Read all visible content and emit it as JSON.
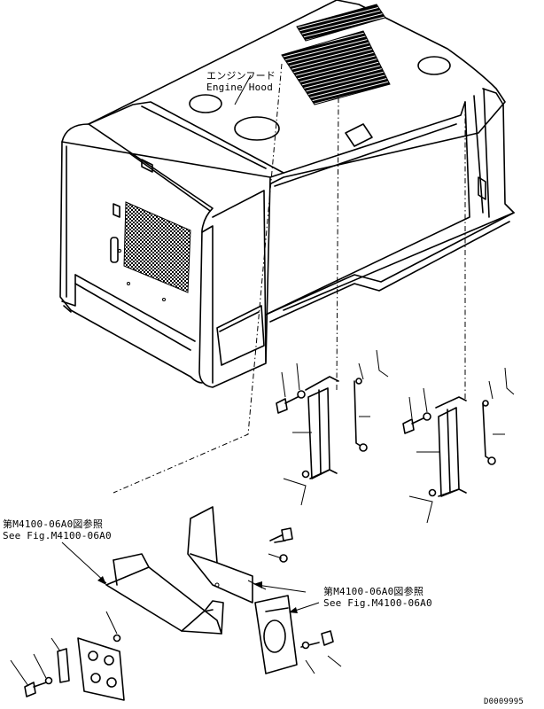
{
  "labels": {
    "engine_hood_jp": "エンジンフード",
    "engine_hood_en": "Engine Hood",
    "ref_left_jp": "第M4100-06A0図参照",
    "ref_left_en": "See Fig.M4100-06A0",
    "ref_right_jp": "第M4100-06A0図参照",
    "ref_right_en": "See Fig.M4100-06A0",
    "drawing_number": "D0009995"
  }
}
